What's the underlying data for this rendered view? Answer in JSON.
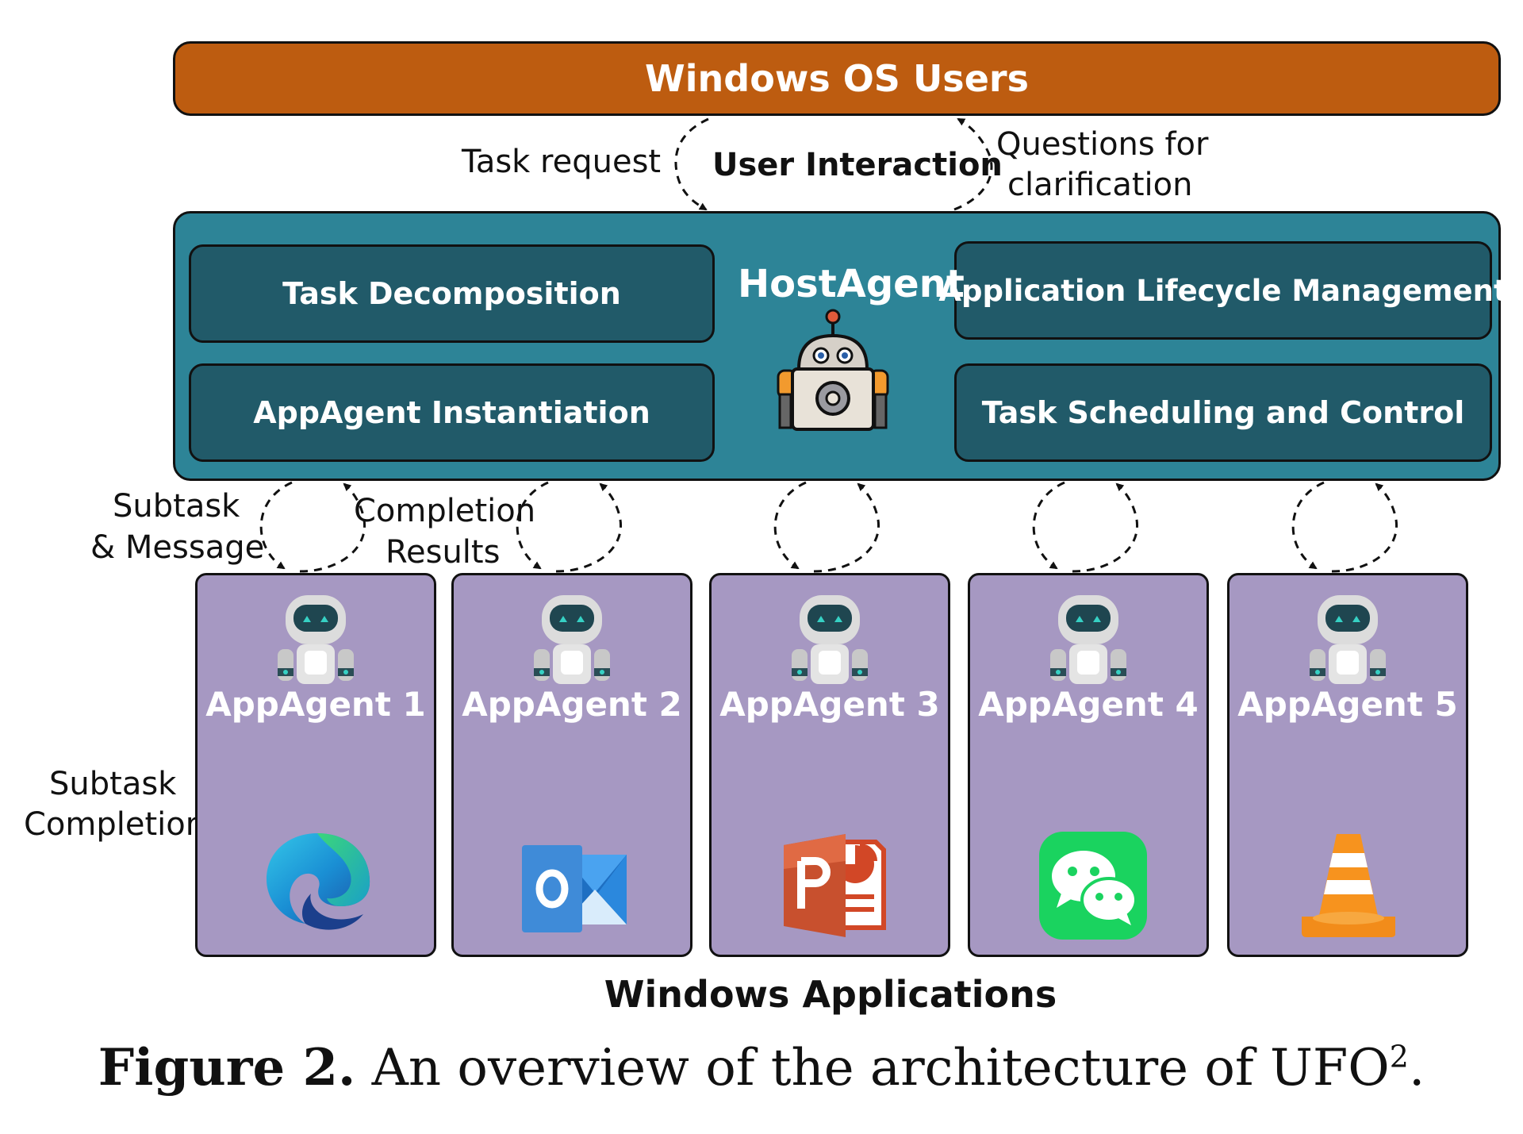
{
  "top": {
    "title": "Windows OS Users"
  },
  "interaction": {
    "center": "User Interaction",
    "left": "Task request",
    "right_line1": "Questions for",
    "right_line2": "clarification"
  },
  "host_agent": {
    "title": "HostAgent",
    "modules": [
      "Task Decomposition",
      "AppAgent Instantiation",
      "Application Lifecycle Management",
      "Task Scheduling and Control"
    ]
  },
  "links": {
    "subtask_line1": "Subtask",
    "subtask_line2": "& Message",
    "completion_line1": "Completion",
    "completion_line2": "Results",
    "subtask_completion_line1": "Subtask",
    "subtask_completion_line2": "Completion"
  },
  "app_agents": [
    {
      "name": "AppAgent 1",
      "app_icon": "edge-icon"
    },
    {
      "name": "AppAgent 2",
      "app_icon": "outlook-icon"
    },
    {
      "name": "AppAgent 3",
      "app_icon": "powerpoint-icon"
    },
    {
      "name": "AppAgent 4",
      "app_icon": "wechat-icon"
    },
    {
      "name": "AppAgent 5",
      "app_icon": "vlc-icon"
    }
  ],
  "bottom_label": "Windows Applications",
  "caption": {
    "prefix": "Figure 2.",
    "text": "An overview of the architecture of UFO",
    "superscript": "2",
    "suffix": "."
  },
  "colors": {
    "users_bar": "#bd5c10",
    "host_panel": "#2d8497",
    "module_box": "#215a69",
    "app_panel": "#a698c2"
  }
}
